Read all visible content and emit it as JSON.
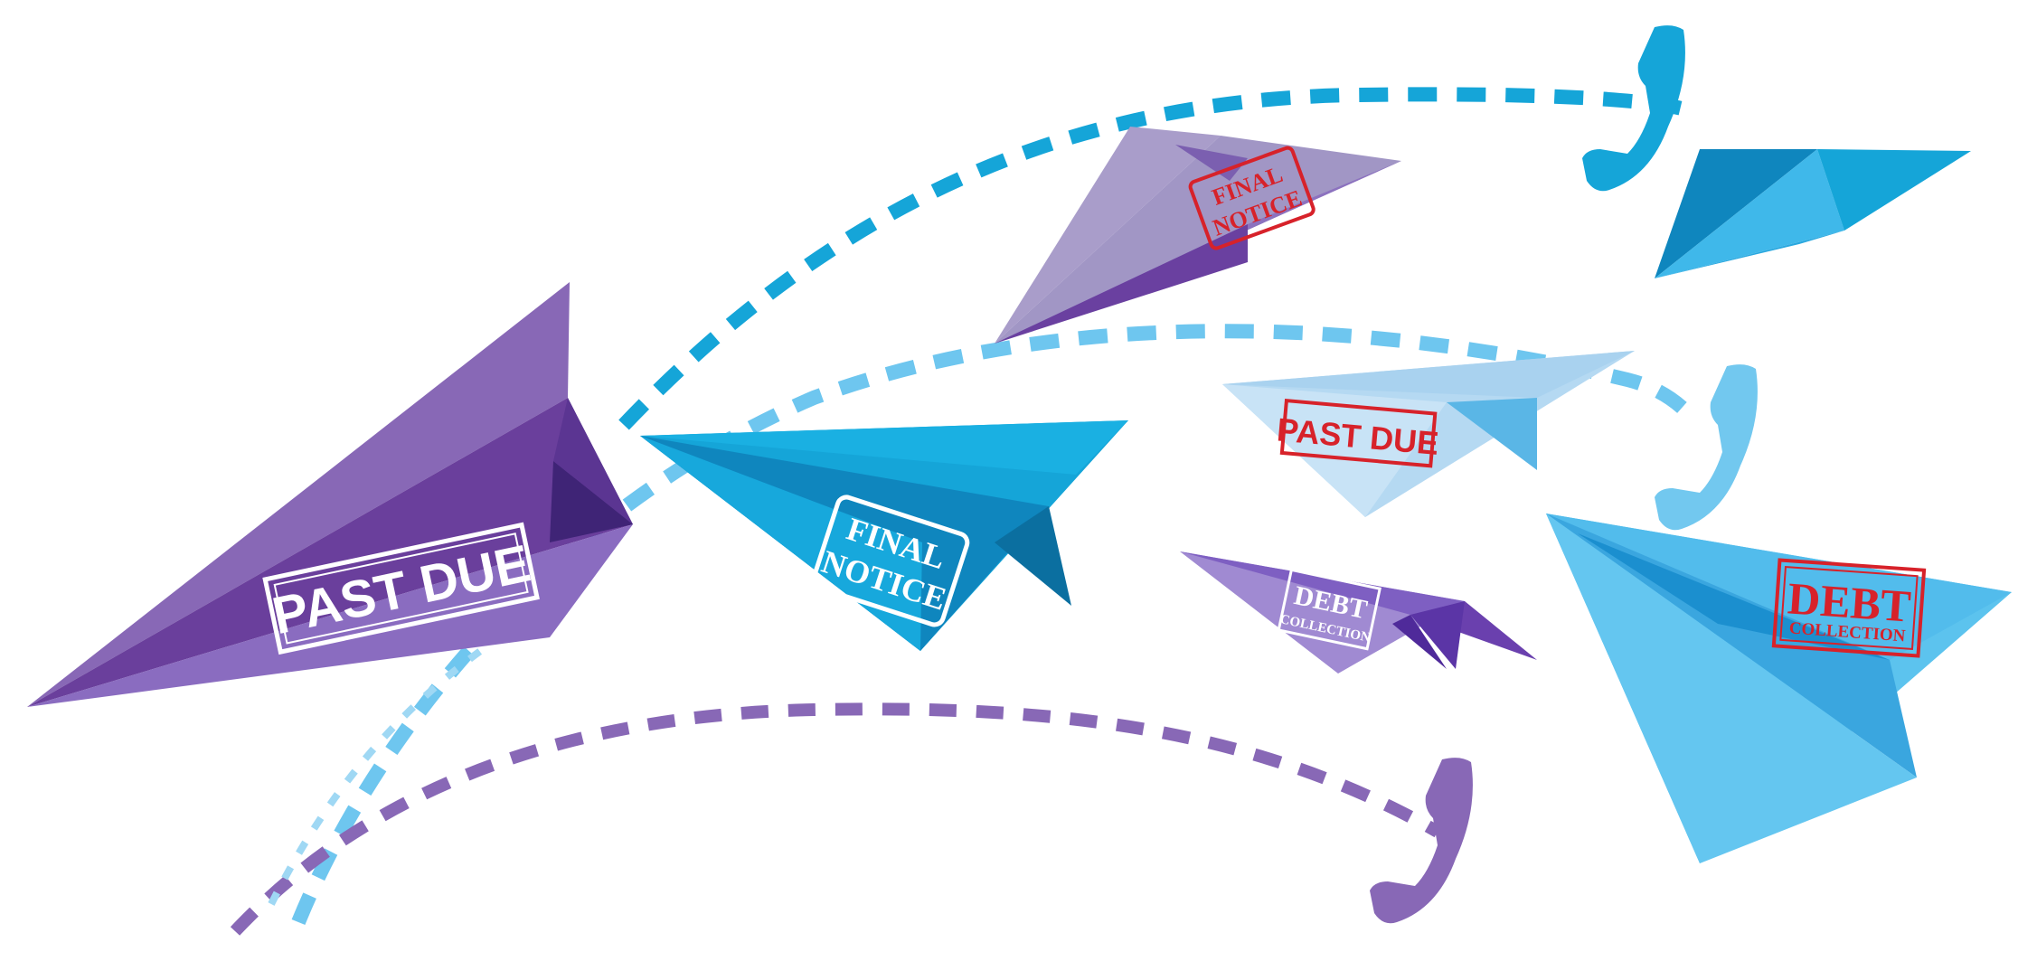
{
  "scene": {
    "description_colors": {
      "purple_main": "#8868b6",
      "purple_dark": "#6a3f9c",
      "purple_light": "#a99dca",
      "blue_main": "#15a5d8",
      "blue_dark": "#0f7fb6",
      "blue_light": "#5cc3ee",
      "pale_blue": "#b5d9f2",
      "stamp_red": "#d7222a",
      "stamp_white": "#ffffff"
    }
  },
  "stamps": {
    "big_purple": "PAST DUE",
    "center_blue_1": "FINAL",
    "center_blue_2": "NOTICE",
    "top_purple_1": "FINAL",
    "top_purple_2": "NOTICE",
    "pale_blue": "PAST DUE",
    "small_purple_1": "DEBT",
    "small_purple_2": "COLLECTION",
    "big_blue_1": "DEBT",
    "big_blue_2": "COLLECTION"
  },
  "icons": {
    "phone_top": "phone-icon",
    "phone_middle": "phone-icon",
    "phone_bottom": "phone-icon"
  }
}
